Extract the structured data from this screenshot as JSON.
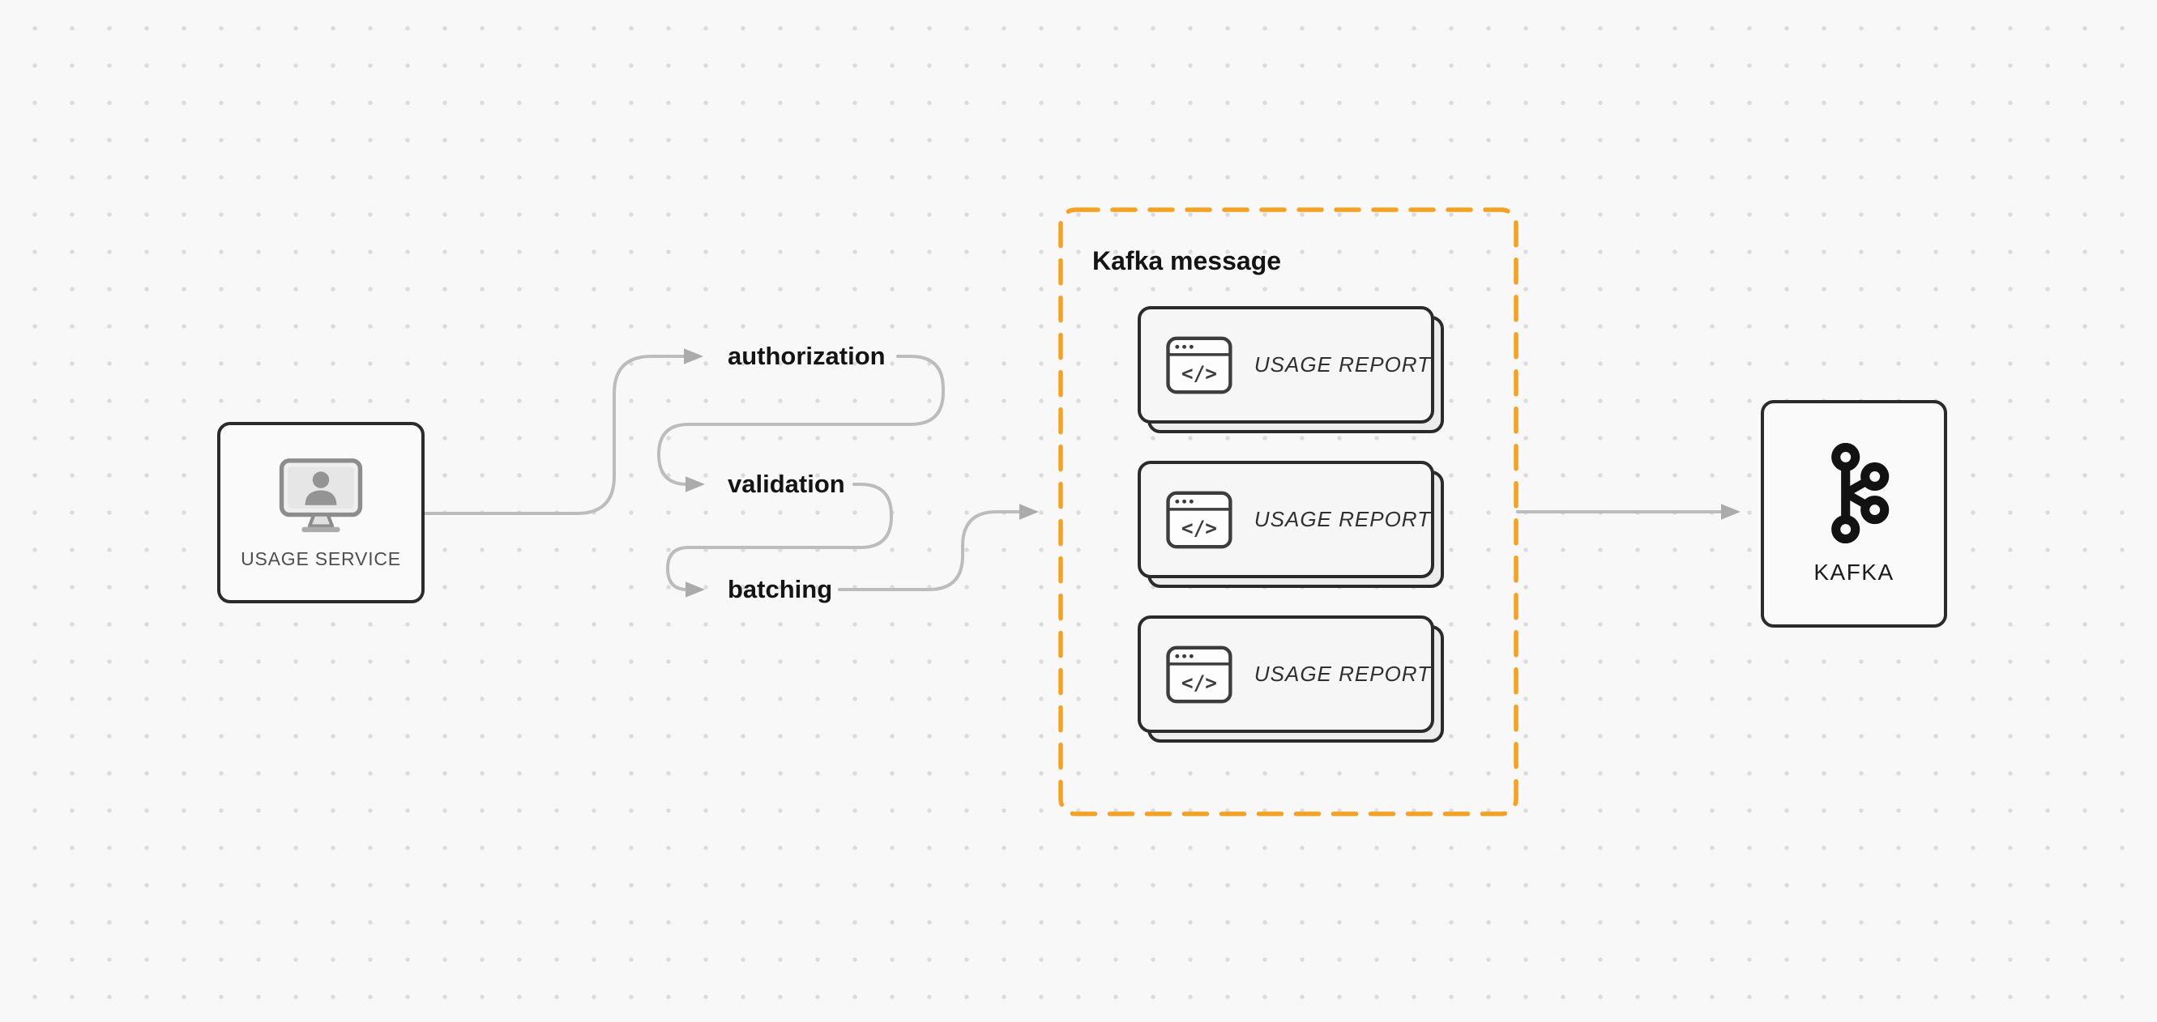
{
  "diagram": {
    "nodes": {
      "usage_service": {
        "label": "USAGE SERVICE"
      },
      "kafka": {
        "label": "KAFKA"
      }
    },
    "steps": [
      {
        "label": "authorization"
      },
      {
        "label": "validation"
      },
      {
        "label": "batching"
      }
    ],
    "kafka_message_group": {
      "title": "Kafka message",
      "messages": [
        {
          "label": "USAGE REPORT"
        },
        {
          "label": "USAGE REPORT"
        },
        {
          "label": "USAGE REPORT"
        }
      ]
    },
    "icons": {
      "usage_service": "monitor-user-icon",
      "message": "code-window-icon",
      "kafka": "kafka-logo-icon",
      "code_glyph": "</>"
    },
    "colors": {
      "background": "#f8f8f9",
      "grid_dot": "#dcdcde",
      "connector": "#bcbcbc",
      "arrowhead": "#ababab",
      "node_border": "#2b2b2b",
      "node_fill": "#fafafa",
      "group_border": "#f6a21e",
      "text_primary": "#141414",
      "text_muted": "#4e4e4e"
    }
  }
}
